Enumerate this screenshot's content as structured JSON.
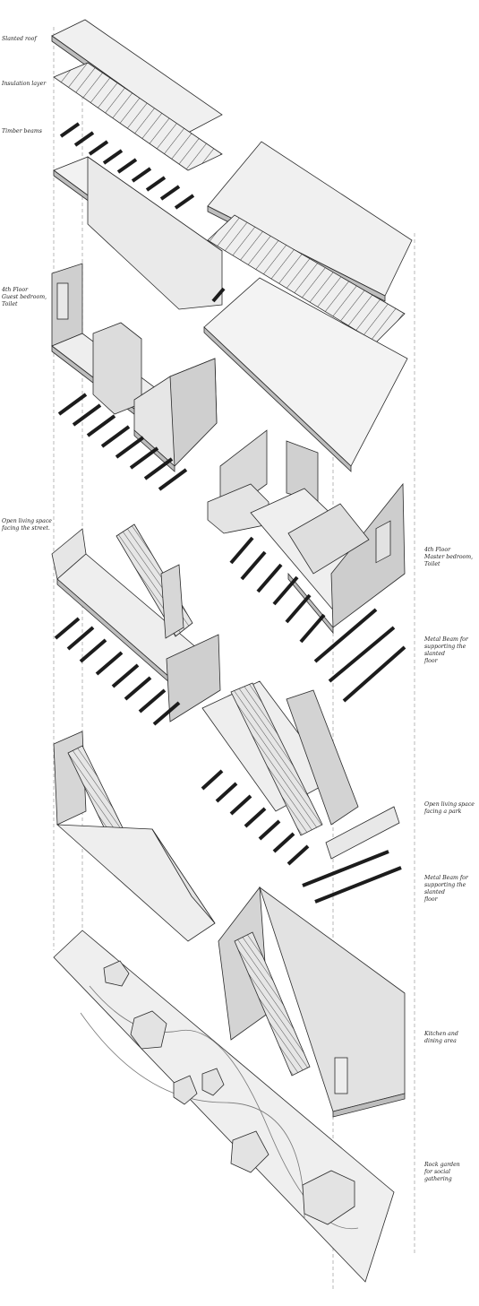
{
  "labels": {
    "slanted_roof": "Slanted roof",
    "insulation_layer": "Insulation layer",
    "timber_beams": "Timber beams",
    "fourth_floor_guest": "4th Floor\nGuest bedroom,\nToilet",
    "open_living_street": "Open living space\nfacing the street.",
    "fourth_floor_master": "4th Floor\nMaster bedroom,\nToilet",
    "metal_beam_upper": "Metal Beam for\nsupporting the slanted\nfloor",
    "open_living_park": "Open living space\nfacing a park",
    "metal_beam_lower": "Metal Beam for\nsupporting the slanted\nfloor",
    "kitchen_dining": "Kitchen and\ndining area",
    "rock_garden": "Rock garden\nfor social gathering"
  },
  "colors": {
    "line": "#2a2a2a",
    "slab_top": "#f2f2f2",
    "slab_side": "#bdbdbd",
    "wall": "#d6d6d6",
    "beam": "#1c1c1c",
    "guide": "#9a9a9a"
  }
}
